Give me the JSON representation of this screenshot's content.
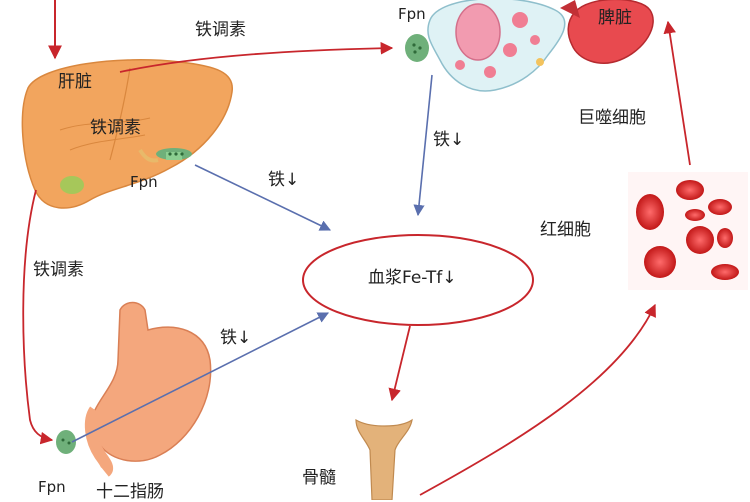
{
  "labels": {
    "hepcidin_top": "铁调素",
    "liver": "肝脏",
    "hepcidin_liver": "铁调素",
    "fpn_liver": "Fpn",
    "iron_liver": "铁↓",
    "fpn_macrophage": "Fpn",
    "iron_macrophage": "铁↓",
    "spleen": "脾脏",
    "macrophage": "巨噬细胞",
    "rbc": "红细胞",
    "plasma": "血浆Fe-Tf↓",
    "hepcidin_left": "铁调素",
    "iron_gut": "铁↓",
    "fpn_gut": "Fpn",
    "duodenum": "十二指肠",
    "bone_marrow": "骨髓"
  },
  "colors": {
    "red_arrow": "#c8262c",
    "blue_arrow": "#5a6fae",
    "liver": "#f2a55e",
    "spleen": "#e84a4f",
    "rbc": "#d92a2a",
    "stomach": "#f4a77d",
    "bone": "#e3b27a",
    "fpn": "#6fb07a"
  }
}
